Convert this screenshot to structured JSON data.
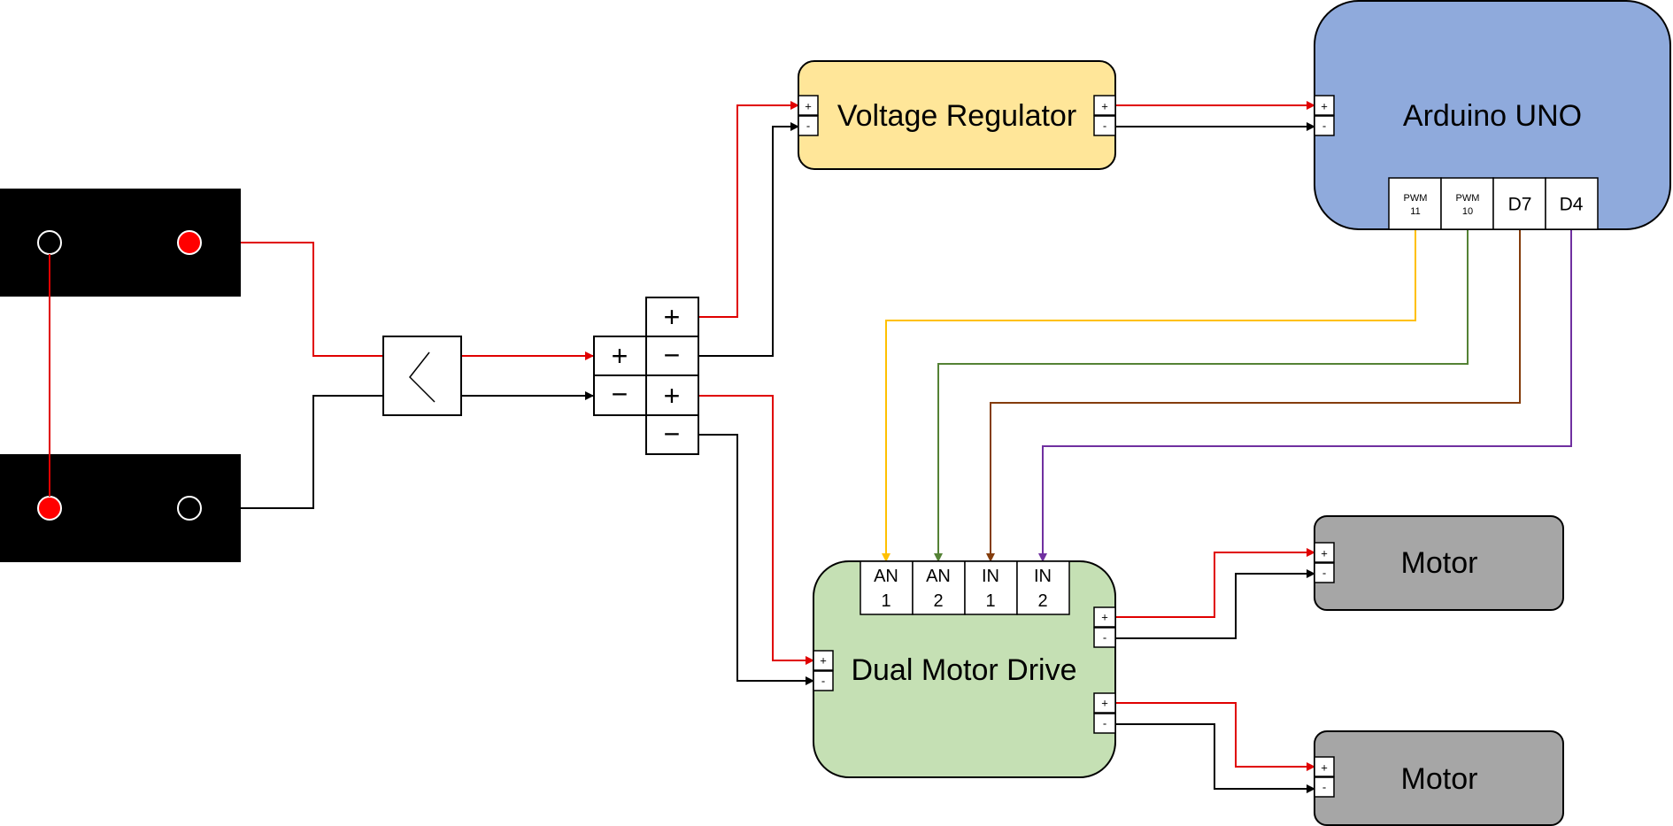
{
  "colors": {
    "power_positive": "#e00000",
    "power_negative": "#000000",
    "pwm11_wire": "#ffc000",
    "pwm10_wire": "#548235",
    "d7_wire": "#843c0c",
    "d4_wire": "#7030a0",
    "regulator_fill": "#ffe699",
    "arduino_fill": "#8faadc",
    "driver_fill": "#c5e0b4",
    "motor_fill": "#a6a6a6",
    "battery_fill": "#000000",
    "terminal_red": "#ff0000"
  },
  "components": {
    "regulator": {
      "label": "Voltage Regulator"
    },
    "arduino": {
      "label": "Arduino UNO"
    },
    "driver": {
      "label": "Dual Motor Drive"
    },
    "motor_top": {
      "label": "Motor"
    },
    "motor_bottom": {
      "label": "Motor"
    }
  },
  "terminals": {
    "small_plus": "+",
    "small_minus": "-",
    "big_plus": "+",
    "big_minus": "−"
  },
  "arduino_pins": [
    {
      "line1": "PWM",
      "line2": "11"
    },
    {
      "line1": "PWM",
      "line2": "10"
    },
    {
      "line1": "D7",
      "line2": ""
    },
    {
      "line1": "D4",
      "line2": ""
    }
  ],
  "driver_pins": [
    {
      "line1": "AN",
      "line2": "1"
    },
    {
      "line1": "AN",
      "line2": "2"
    },
    {
      "line1": "IN",
      "line2": "1"
    },
    {
      "line1": "IN",
      "line2": "2"
    }
  ],
  "switch_icon": "switch-icon"
}
